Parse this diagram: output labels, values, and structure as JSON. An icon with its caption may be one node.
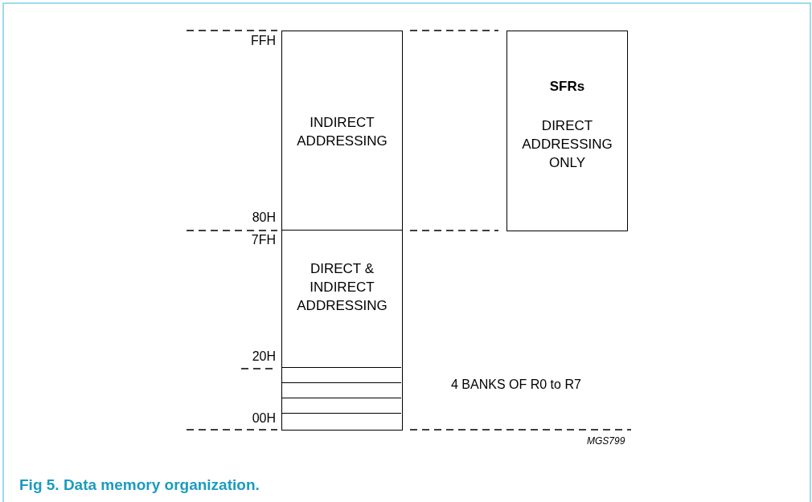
{
  "diagram": {
    "caption": "Fig 5. Data memory organization.",
    "nodes": [
      {
        "text": [
          "INDIRECT ADDRESSING"
        ]
      },
      {
        "text": [
          "DIRECT & INDIRECT ADDRESSING"
        ]
      },
      {
        "text": [],
        "shape": "box",
        "in": 1
      },
      {
        "text": [],
        "shape": "box",
        "in": 1
      },
      {
        "text": [],
        "shape": "box",
        "in": 1
      },
      {
        "text": [],
        "shape": "box",
        "in": 1
      },
      {
        "text": [
          "SFRs",
          "DIRECT ADDRESSING ONLY"
        ]
      }
    ],
    "edges": [],
    "labels": [
      "FFH",
      "80H",
      "7FH",
      "20H",
      "00H",
      "4 BANKS OF R0 to R7",
      "MGS799"
    ]
  }
}
